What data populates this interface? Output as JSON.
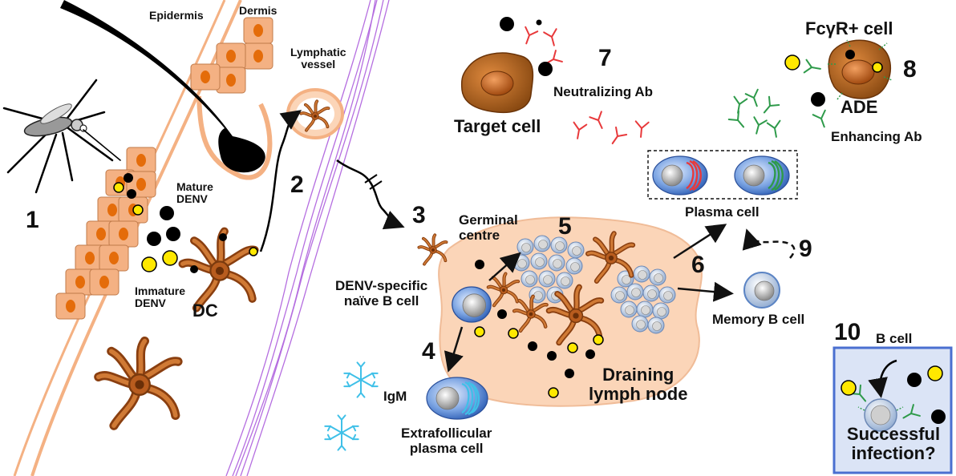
{
  "labels": {
    "epidermis": "Epidermis",
    "dermis": "Dermis",
    "lymphatic_vessel": "Lymphatic\nvessel",
    "mature_denv": "Mature\nDENV",
    "immature_denv": "Immature\nDENV",
    "dc": "DC",
    "germinal_centre": "Germinal\ncentre",
    "naive_b_cell": "DENV-specific\nnaïve B cell",
    "igm": "IgM",
    "extrafollicular_plasma_cell": "Extrafollicular\nplasma cell",
    "draining_lymph_node": "Draining\nlymph node",
    "target_cell": "Target cell",
    "neutralizing_ab": "Neutralizing Ab",
    "plasma_cell": "Plasma cell",
    "memory_b_cell": "Memory B cell",
    "fcgr_cell": "FcγR+ cell",
    "ade": "ADE",
    "enhancing_ab": "Enhancing Ab",
    "b_cell": "B cell",
    "successful_infection": "Successful\ninfection?"
  },
  "steps": [
    "1",
    "2",
    "3",
    "4",
    "5",
    "6",
    "7",
    "8",
    "9",
    "10"
  ],
  "colors": {
    "skin_cell": "#f4b183",
    "skin_nucleus": "#e46c0a",
    "dc": "#b85c1e",
    "lymph_node": "#fbd5b8",
    "neutralizing_ab": "#e8393b",
    "enhancing_ab": "#2e9a4a",
    "igm": "#3fc0e8",
    "b_cell": "#5b8fd6",
    "mature_virus": "#000000",
    "immature_virus": "#ffe800",
    "vessel": "#b56ee0",
    "box_border": "#4a6fd0",
    "box_fill": "#dbe4f6"
  },
  "icons": [
    "mosquito-icon",
    "hair-follicle-icon",
    "dendritic-cell-icon",
    "b-cell-icon",
    "plasma-cell-icon",
    "antibody-icon",
    "virus-particle-icon"
  ]
}
